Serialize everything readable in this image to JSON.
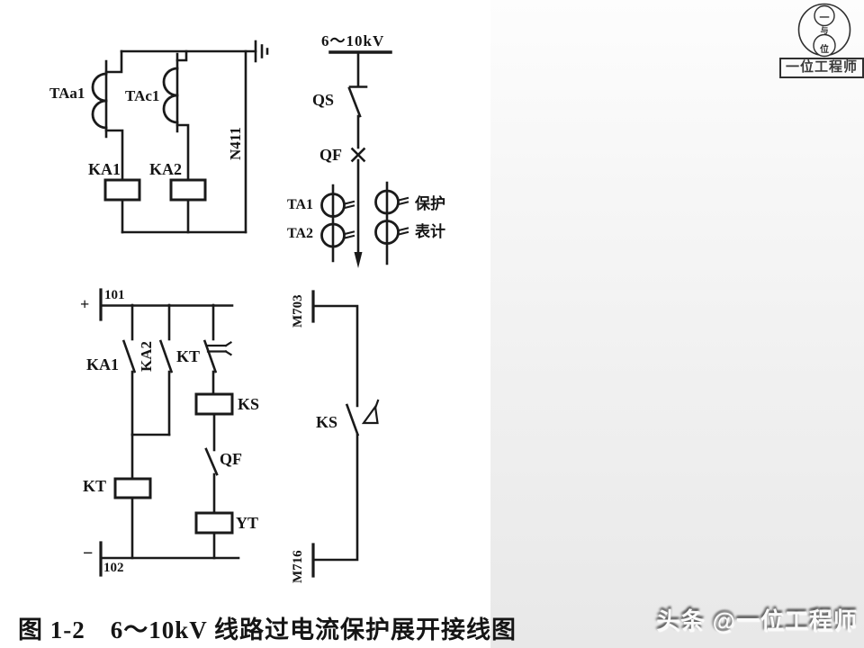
{
  "page": {
    "caption": "图 1-2　6～10kV 线路过电流保护展开接线图"
  },
  "colors": {
    "ink": "#1a1a1a",
    "bg_right_top": "#fdfdfd",
    "bg_right_bottom": "#e8e8e8",
    "watermark_fill": "#fbfbfb"
  },
  "ct_circuit": {
    "ta_a1": "TAa1",
    "ta_c1": "TAc1",
    "cable": "N411",
    "ka1": "KA1",
    "ka2": "KA2"
  },
  "single_line": {
    "voltage": "6～10kV",
    "qs": "QS",
    "qf": "QF",
    "ta1": "TA1",
    "ta2": "TA2",
    "protection": "保护",
    "metering": "表计"
  },
  "control": {
    "plus": "+",
    "wire_top": "101",
    "ka1": "KA1",
    "ka2": "KA2",
    "kt_contact": "KT",
    "ks_coil": "KS",
    "qf_contact": "QF",
    "yt_coil": "YT",
    "kt_coil": "KT",
    "minus": "−",
    "wire_bottom": "102"
  },
  "signal": {
    "wire_top": "M703",
    "ks_contact": "KS",
    "wire_bottom": "M716"
  },
  "logo": {
    "char_top": "一",
    "char_mid": "与",
    "char_bottom": "位",
    "banner": "一位工程师"
  },
  "watermark": {
    "text": "头条 @一位工程师"
  }
}
